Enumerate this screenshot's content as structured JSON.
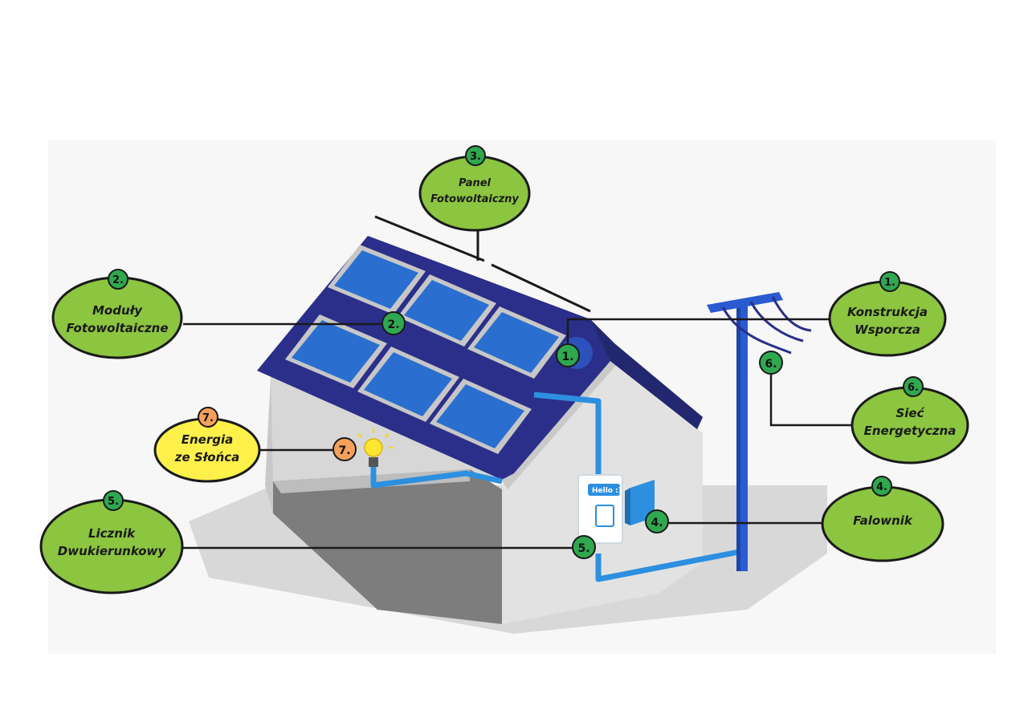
{
  "colors": {
    "label_green": "#8cc540",
    "badge_green": "#2fa84f",
    "label_yellow": "#fff04a",
    "badge_orange": "#f5a15b",
    "roof_navy": "#2b2f8a",
    "panel_blue": "#2a6fd0",
    "pipe_blue": "#2d8fe0",
    "wall_gray": "#dcdcdc"
  },
  "meter_screen_text": "Hello :)",
  "labels": {
    "l1": {
      "number": "1.",
      "line1": "Konstrukcja",
      "line2": "Wsporcza"
    },
    "l2": {
      "number": "2.",
      "line1": "Moduły",
      "line2": "Fotowoltaiczne"
    },
    "l3": {
      "number": "3.",
      "line1": "Panel",
      "line2": "Fotowoltaiczny"
    },
    "l4": {
      "number": "4.",
      "line1": "Falownik",
      "line2": ""
    },
    "l5": {
      "number": "5.",
      "line1": "Licznik",
      "line2": "Dwukierunkowy"
    },
    "l6": {
      "number": "6.",
      "line1": "Sieć",
      "line2": "Energetyczna"
    },
    "l7": {
      "number": "7.",
      "line1": "Energia",
      "line2": "ze Słońca"
    }
  },
  "markers": {
    "m1": "1.",
    "m2": "2.",
    "m4": "4.",
    "m5": "5.",
    "m6": "6.",
    "m7": "7."
  }
}
